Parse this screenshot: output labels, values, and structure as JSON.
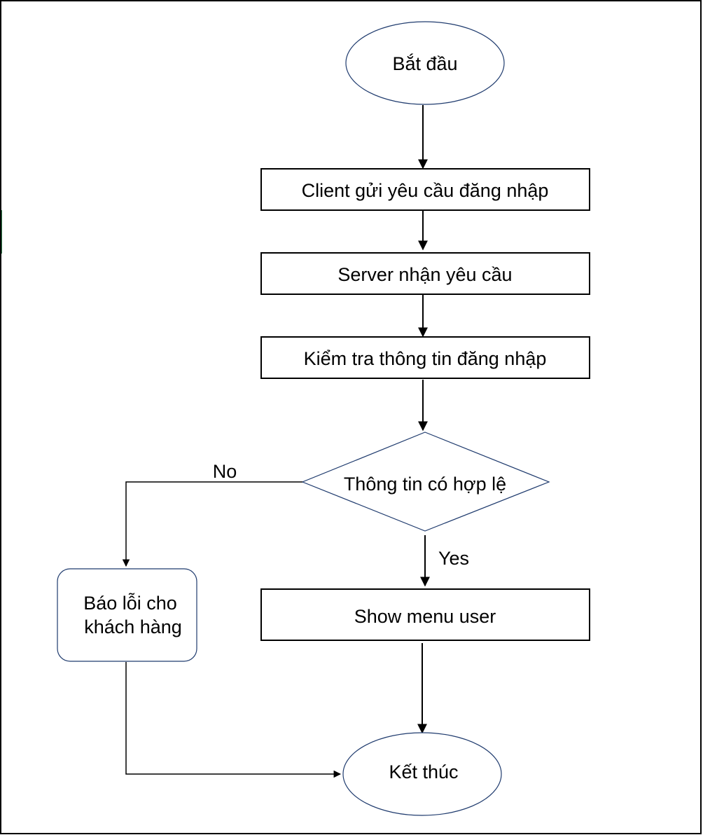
{
  "nodes": {
    "start": "Bắt đầu",
    "client_request": "Client gửi yêu cầu đăng nhập",
    "server_receive": "Server nhận yêu cầu",
    "check_login": "Kiểm tra thông tin đăng nhập",
    "decision": "Thông tin có hợp lệ",
    "error_line1": "Báo lỗi cho",
    "error_line2": "khách hàng",
    "show_menu": "Show menu user",
    "end": "Kết thúc"
  },
  "labels": {
    "no": "No",
    "yes": "Yes"
  },
  "colors": {
    "outline": "#000000",
    "blue_outline": "#1f3b6e",
    "accent_green": "#2f7a4a"
  }
}
